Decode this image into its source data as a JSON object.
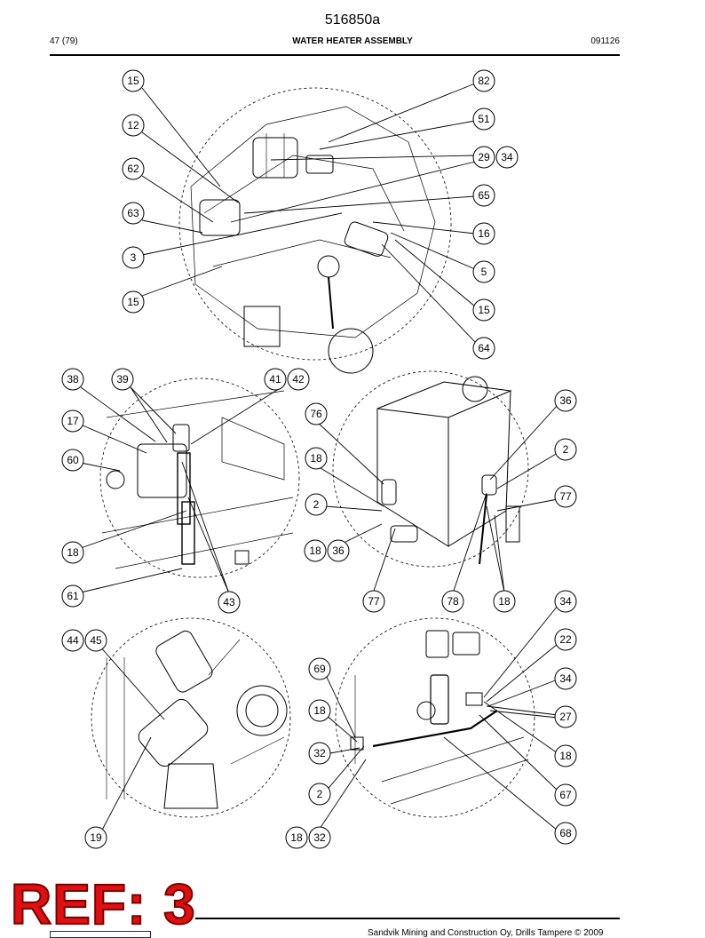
{
  "header": {
    "doc_number": "516850a",
    "page": "47 (79)",
    "title": "WATER HEATER ASSEMBLY",
    "date_code": "091126"
  },
  "callouts": {
    "d1": [
      "15",
      "12",
      "62",
      "63",
      "3",
      "15",
      "82",
      "51",
      "29",
      "34",
      "65",
      "16",
      "5",
      "15",
      "64"
    ],
    "d2": [
      "38",
      "39",
      "41",
      "42",
      "17",
      "60",
      "18",
      "61",
      "43"
    ],
    "d3": [
      "76",
      "18",
      "2",
      "18",
      "36",
      "36",
      "2",
      "77",
      "77",
      "78",
      "18"
    ],
    "d4": [
      "44",
      "45",
      "19"
    ],
    "d5": [
      "69",
      "18",
      "32",
      "2",
      "18",
      "32",
      "34",
      "22",
      "34",
      "27",
      "18",
      "67",
      "68"
    ]
  },
  "ref_stamp": "REF: 3",
  "footer": {
    "copyright": "Sandvik Mining and Construction Oy, Drills Tampere © 2009"
  }
}
